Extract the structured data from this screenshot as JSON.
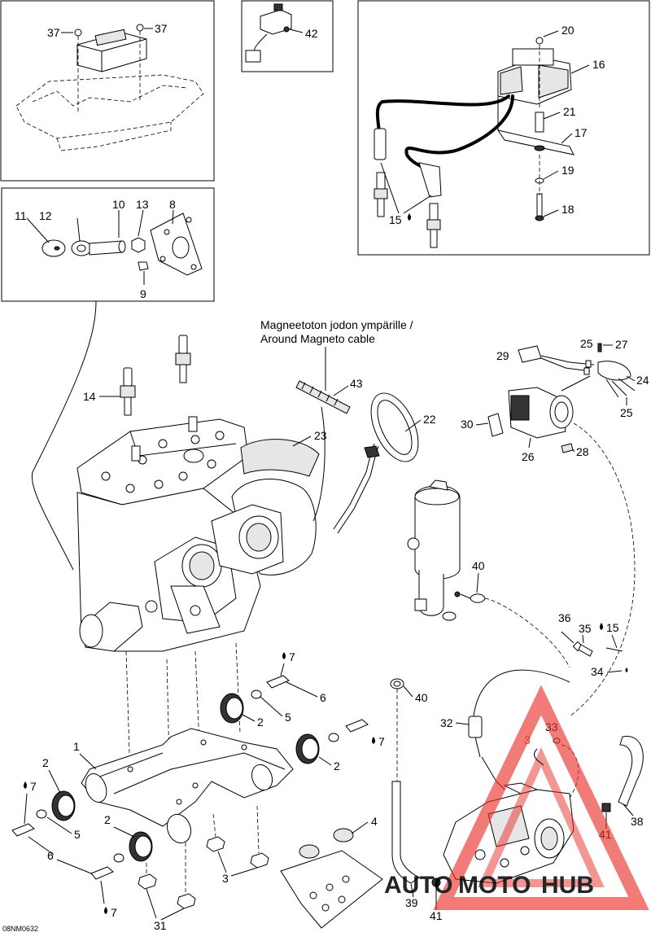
{
  "diagram": {
    "callouts": [
      {
        "id": "c37a",
        "text": "37"
      },
      {
        "id": "c37b",
        "text": "37"
      },
      {
        "id": "c42",
        "text": "42"
      },
      {
        "id": "c20",
        "text": "20"
      },
      {
        "id": "c16",
        "text": "16"
      },
      {
        "id": "c21",
        "text": "21"
      },
      {
        "id": "c17",
        "text": "17"
      },
      {
        "id": "c19",
        "text": "19"
      },
      {
        "id": "c18",
        "text": "18"
      },
      {
        "id": "c15top",
        "text": "15"
      },
      {
        "id": "c11",
        "text": "11"
      },
      {
        "id": "c12",
        "text": "12"
      },
      {
        "id": "c10",
        "text": "10"
      },
      {
        "id": "c13",
        "text": "13"
      },
      {
        "id": "c8",
        "text": "8"
      },
      {
        "id": "c9",
        "text": "9"
      },
      {
        "id": "c14",
        "text": "14"
      },
      {
        "id": "c43",
        "text": "43"
      },
      {
        "id": "c23",
        "text": "23"
      },
      {
        "id": "c22",
        "text": "22"
      },
      {
        "id": "c25a",
        "text": "25"
      },
      {
        "id": "c27",
        "text": "27"
      },
      {
        "id": "c29",
        "text": "29"
      },
      {
        "id": "c24",
        "text": "24"
      },
      {
        "id": "c25b",
        "text": "25"
      },
      {
        "id": "c30",
        "text": "30"
      },
      {
        "id": "c26",
        "text": "26"
      },
      {
        "id": "c28",
        "text": "28"
      },
      {
        "id": "c40a",
        "text": "40"
      },
      {
        "id": "c36",
        "text": "36"
      },
      {
        "id": "c35",
        "text": "35"
      },
      {
        "id": "c15b",
        "text": "15"
      },
      {
        "id": "c34",
        "text": "34"
      },
      {
        "id": "c7a",
        "text": "7"
      },
      {
        "id": "c6a",
        "text": "6"
      },
      {
        "id": "c5a",
        "text": "5"
      },
      {
        "id": "c7b",
        "text": "7"
      },
      {
        "id": "c2a",
        "text": "2"
      },
      {
        "id": "c2b",
        "text": "2"
      },
      {
        "id": "c40b",
        "text": "40"
      },
      {
        "id": "c1",
        "text": "1"
      },
      {
        "id": "c2c",
        "text": "2"
      },
      {
        "id": "c7c",
        "text": "7"
      },
      {
        "id": "c5b",
        "text": "5"
      },
      {
        "id": "c2d",
        "text": "2"
      },
      {
        "id": "c6b",
        "text": "6"
      },
      {
        "id": "c7d",
        "text": "7"
      },
      {
        "id": "c4",
        "text": "4"
      },
      {
        "id": "c3a",
        "text": "3"
      },
      {
        "id": "c3b",
        "text": "3"
      },
      {
        "id": "c31",
        "text": "31"
      },
      {
        "id": "c32",
        "text": "32"
      },
      {
        "id": "c33",
        "text": "33"
      },
      {
        "id": "c38",
        "text": "38"
      },
      {
        "id": "c41a",
        "text": "41"
      },
      {
        "id": "c39",
        "text": "39"
      },
      {
        "id": "c41b",
        "text": "41"
      }
    ],
    "note_line1": "Magneetoton jodon ympärille /",
    "note_line2": "Around Magneto cable",
    "drawing_code": "08NM0632"
  },
  "watermark": {
    "text_auto": "AUTO",
    "text_moto": "MOTO",
    "text_hub": "HUB",
    "color_auto": "#f2a900",
    "color_moto": "#f2a900",
    "color_hub": "#6e6e6e",
    "triangle_color": "#e8302a"
  }
}
